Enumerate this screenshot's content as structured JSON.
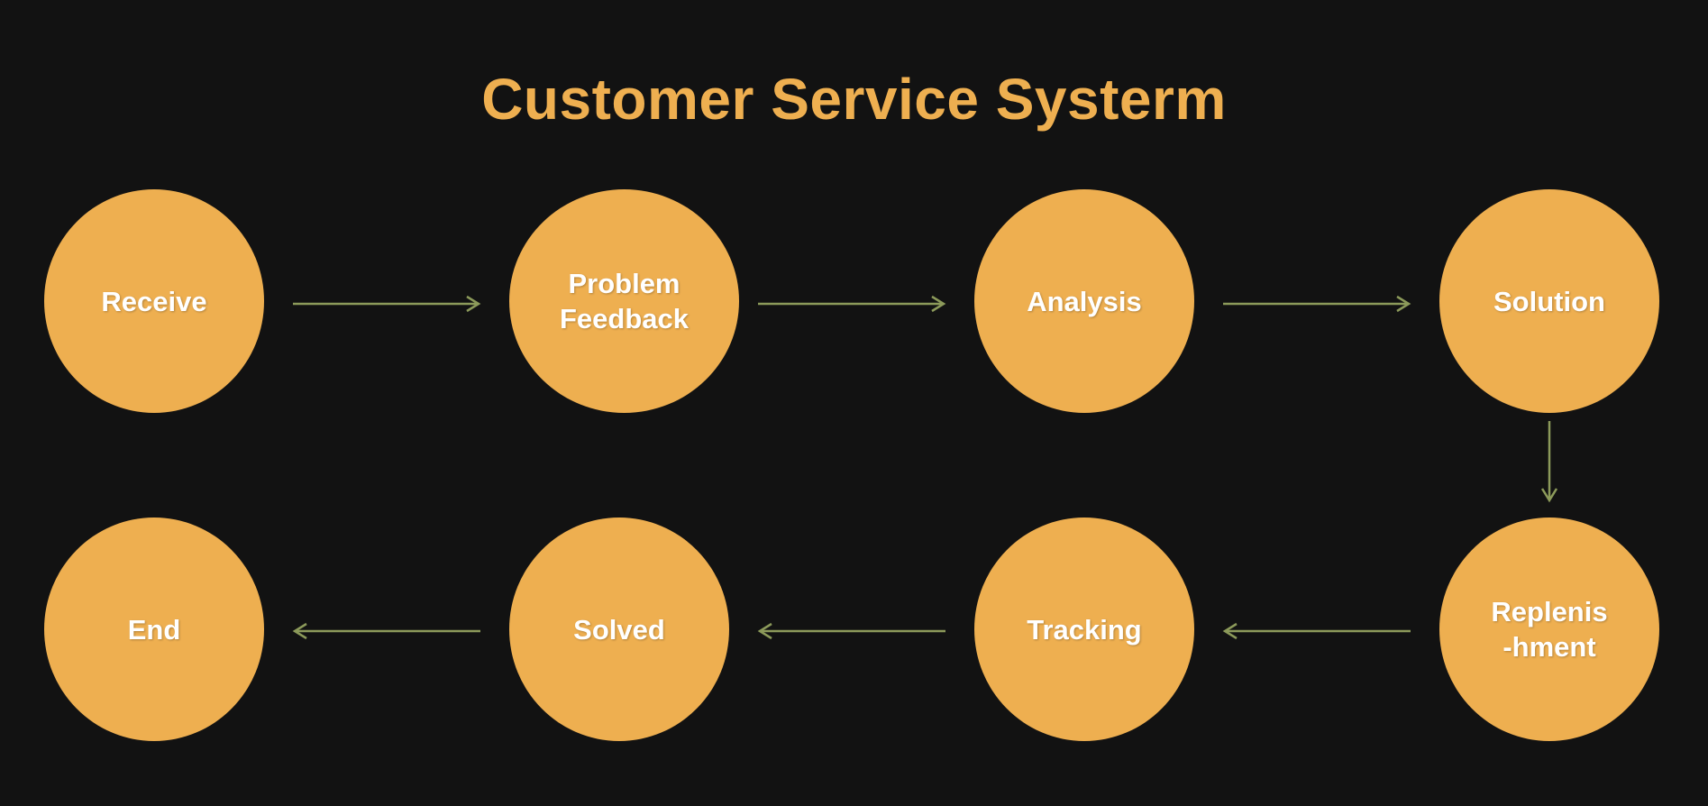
{
  "title": "Customer Service Systerm",
  "colors": {
    "background": "#121212",
    "node_fill": "#EEAF50",
    "title_color": "#EEAF50",
    "node_text": "#FFFFFF",
    "arrow": "#8C9A5A"
  },
  "nodes": {
    "receive": "Receive",
    "problem_feedback": "Problem\nFeedback",
    "analysis": "Analysis",
    "solution": "Solution",
    "replenishment": "Replenis\n-hment",
    "tracking": "Tracking",
    "solved": "Solved",
    "end": "End"
  },
  "flow": [
    {
      "from": "Receive",
      "to": "Problem Feedback"
    },
    {
      "from": "Problem Feedback",
      "to": "Analysis"
    },
    {
      "from": "Analysis",
      "to": "Solution"
    },
    {
      "from": "Solution",
      "to": "Replenis-hment"
    },
    {
      "from": "Replenis-hment",
      "to": "Tracking"
    },
    {
      "from": "Tracking",
      "to": "Solved"
    },
    {
      "from": "Solved",
      "to": "End"
    }
  ]
}
